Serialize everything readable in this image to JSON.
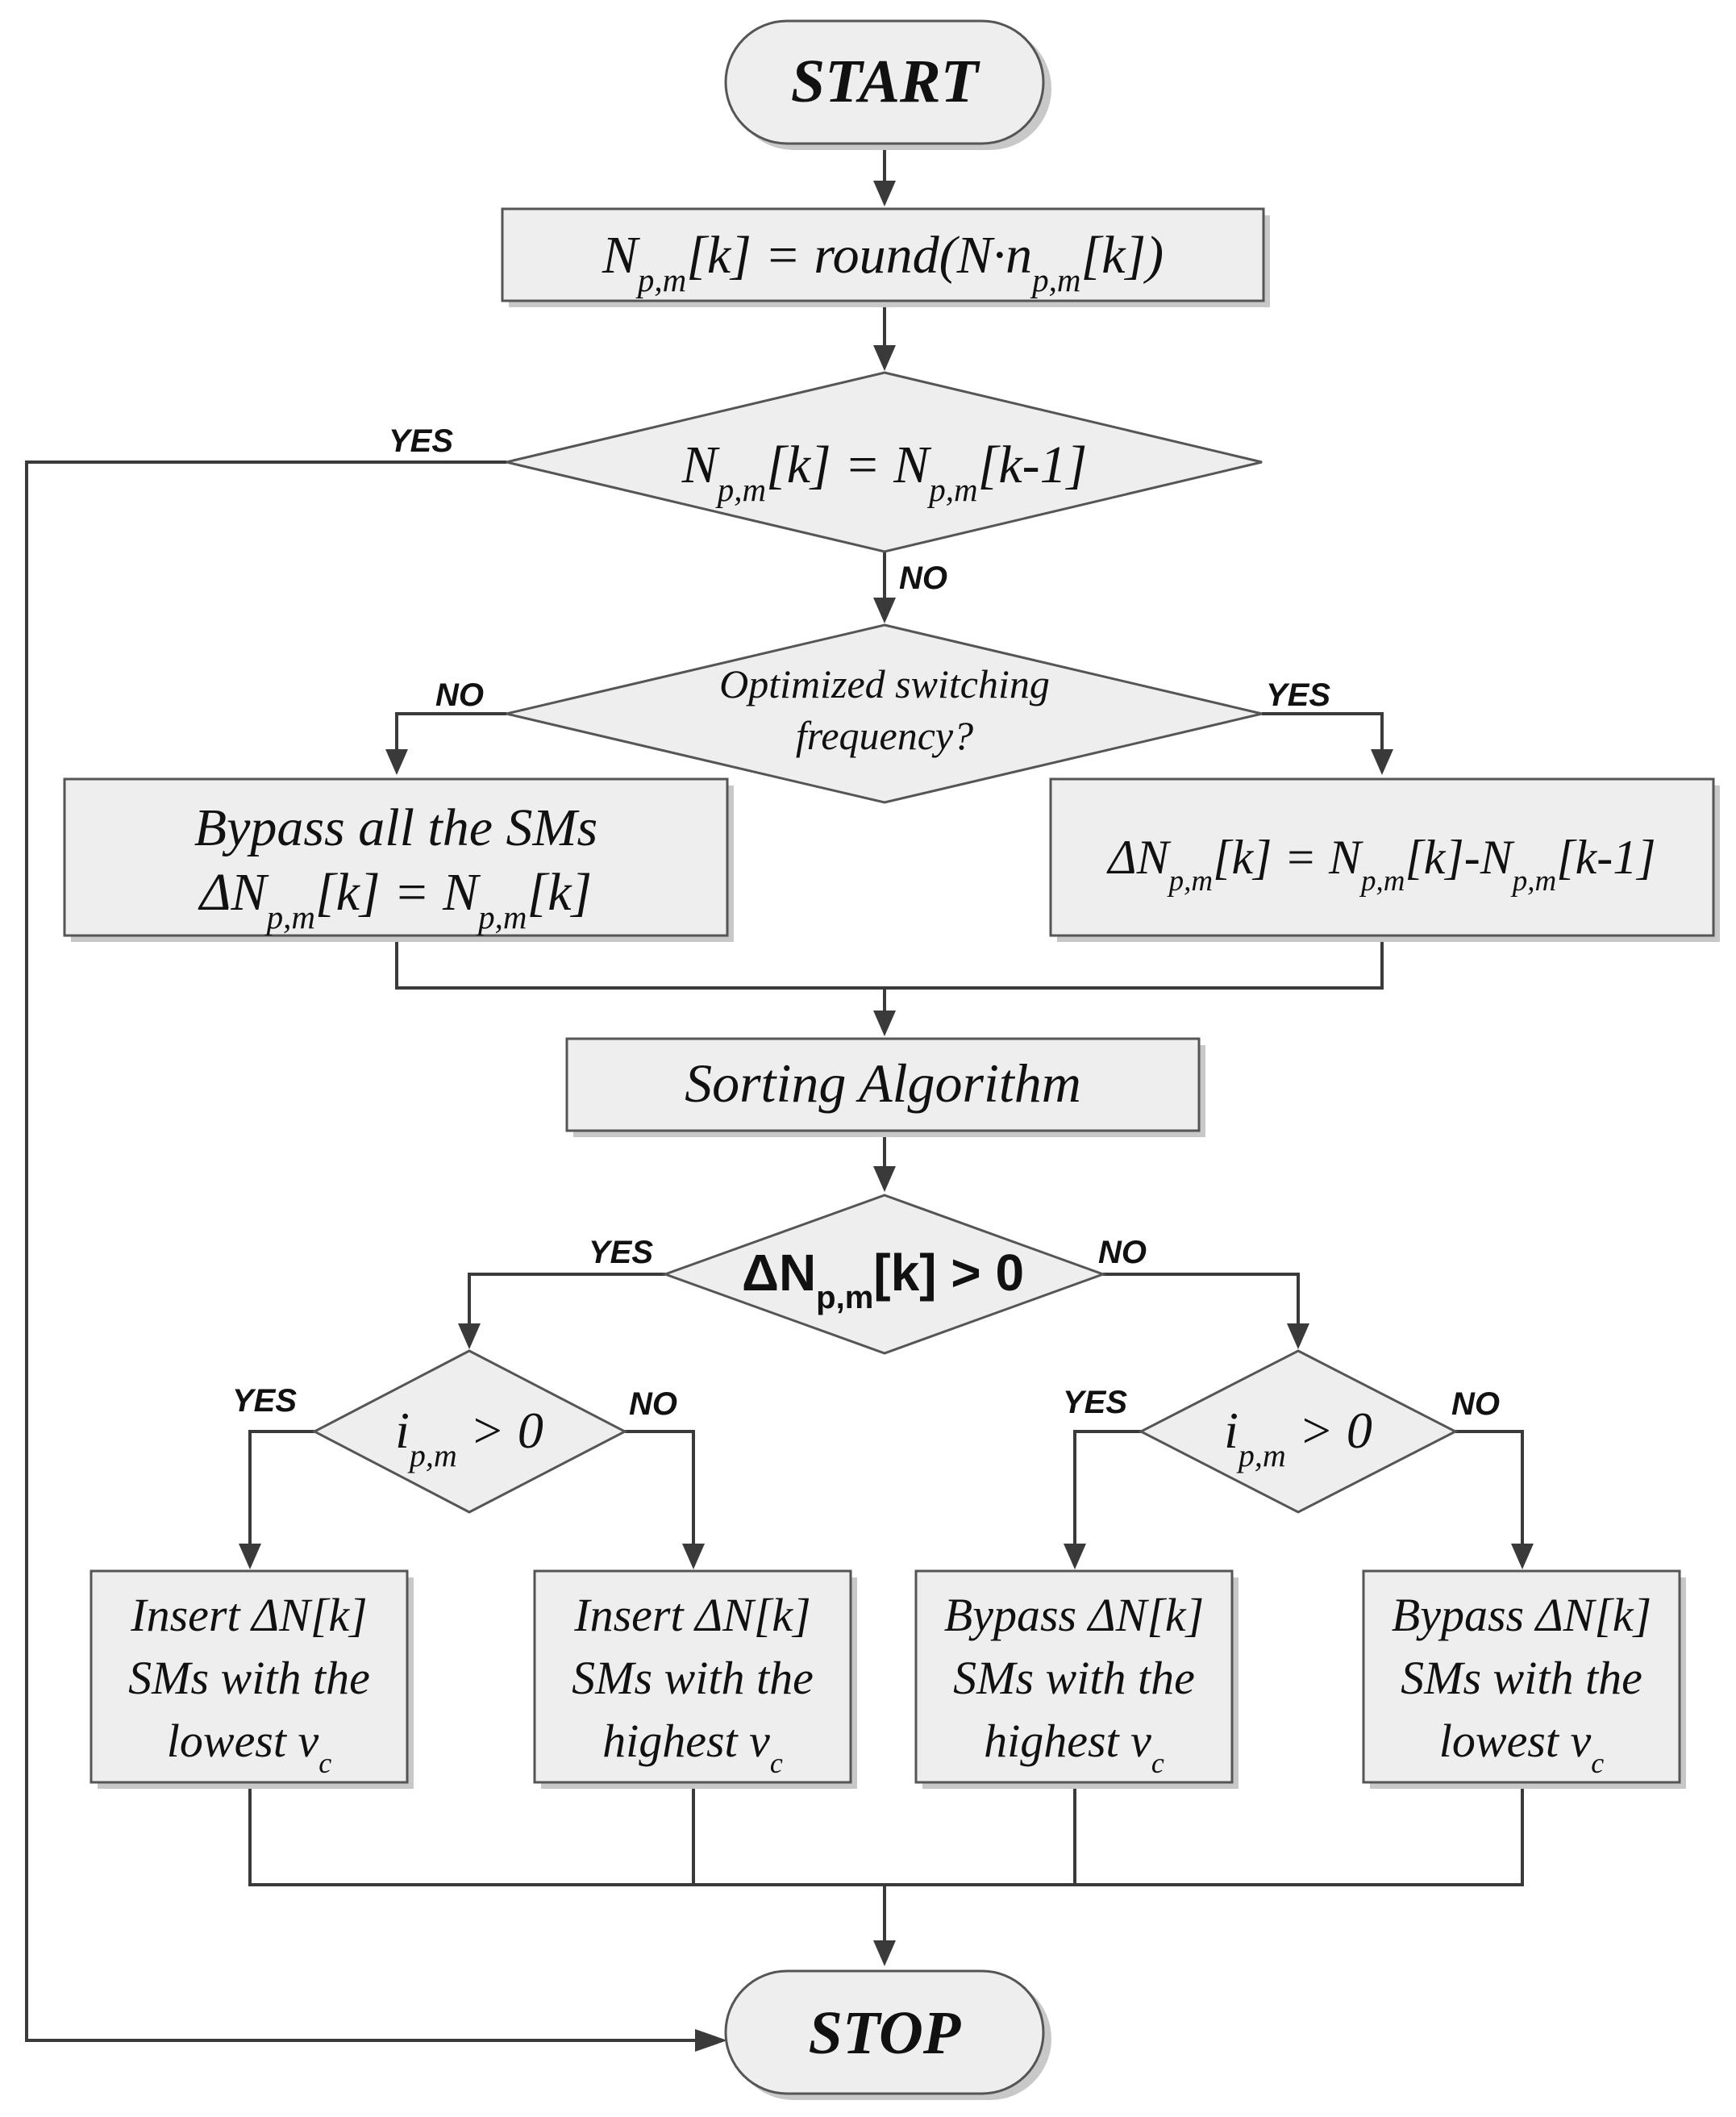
{
  "nodes": {
    "start": {
      "text": "START"
    },
    "compute": {
      "lines": [
        [
          [
            "N",
            "n"
          ],
          [
            "p,m",
            "sub"
          ],
          [
            "[k] = round(N·n",
            "n"
          ],
          [
            "p,m",
            "sub"
          ],
          [
            "[k])",
            "n"
          ]
        ]
      ]
    },
    "decision_equal": {
      "lines": [
        [
          [
            "N",
            "n"
          ],
          [
            "p,m",
            "sub"
          ],
          [
            "[k] =  N",
            "n"
          ],
          [
            "p,m",
            "sub"
          ],
          [
            "[k-1]",
            "n"
          ]
        ]
      ]
    },
    "decision_optimized": {
      "lines": [
        [
          [
            "Optimized switching",
            "n"
          ]
        ],
        [
          [
            "frequency?",
            "n"
          ]
        ]
      ]
    },
    "bypass_all": {
      "lines": [
        [
          [
            "Bypass all the SMs",
            "n"
          ]
        ],
        [
          [
            "ΔN",
            "n"
          ],
          [
            "p,m",
            "sub"
          ],
          [
            "[k] = N",
            "n"
          ],
          [
            "p,m",
            "sub"
          ],
          [
            "[k]",
            "n"
          ]
        ]
      ]
    },
    "delta_diff": {
      "lines": [
        [
          [
            "ΔN",
            "n"
          ],
          [
            "p,m",
            "sub"
          ],
          [
            "[k] = N",
            "n"
          ],
          [
            "p,m",
            "sub"
          ],
          [
            "[k]-N",
            "n"
          ],
          [
            "p,m",
            "sub"
          ],
          [
            "[k-1]",
            "n"
          ]
        ]
      ]
    },
    "sorting": {
      "lines": [
        [
          [
            "Sorting Algorithm",
            "n"
          ]
        ]
      ]
    },
    "decision_delta": {
      "lines": [
        [
          [
            "ΔN",
            "n"
          ],
          [
            "p,m",
            "sub"
          ],
          [
            "[k] > 0",
            "n"
          ]
        ]
      ]
    },
    "decision_current_left": {
      "lines": [
        [
          [
            "i",
            "n"
          ],
          [
            "p,m",
            "sub"
          ],
          [
            " > 0",
            "n"
          ]
        ]
      ]
    },
    "decision_current_right": {
      "lines": [
        [
          [
            "i",
            "n"
          ],
          [
            "p,m",
            "sub"
          ],
          [
            " > 0",
            "n"
          ]
        ]
      ]
    },
    "insert_lowest": {
      "lines": [
        [
          [
            "Insert ΔN[k]",
            "n"
          ]
        ],
        [
          [
            "SMs with the",
            "n"
          ]
        ],
        [
          [
            "lowest v",
            "n"
          ],
          [
            "c",
            "sub"
          ]
        ]
      ]
    },
    "insert_highest": {
      "lines": [
        [
          [
            "Insert ΔN[k]",
            "n"
          ]
        ],
        [
          [
            "SMs with the",
            "n"
          ]
        ],
        [
          [
            "highest v",
            "n"
          ],
          [
            "c",
            "sub"
          ]
        ]
      ]
    },
    "bypass_highest": {
      "lines": [
        [
          [
            "Bypass ΔN[k]",
            "n"
          ]
        ],
        [
          [
            "SMs with the",
            "n"
          ]
        ],
        [
          [
            "highest v",
            "n"
          ],
          [
            "c",
            "sub"
          ]
        ]
      ]
    },
    "bypass_lowest": {
      "lines": [
        [
          [
            "Bypass ΔN[k]",
            "n"
          ]
        ],
        [
          [
            "SMs with the",
            "n"
          ]
        ],
        [
          [
            "lowest v",
            "n"
          ],
          [
            "c",
            "sub"
          ]
        ]
      ]
    },
    "stop": {
      "text": "STOP"
    }
  },
  "edge_labels": {
    "equal_yes": "YES",
    "equal_no": "NO",
    "optimized_no": "NO",
    "optimized_yes": "YES",
    "delta_yes": "YES",
    "delta_no": "NO",
    "current_left_yes": "YES",
    "current_left_no": "NO",
    "current_right_yes": "YES",
    "current_right_no": "NO"
  },
  "colors": {
    "fill": "#eeeeee",
    "stroke": "#555555",
    "line": "#3a3a3a",
    "text": "#111111"
  }
}
